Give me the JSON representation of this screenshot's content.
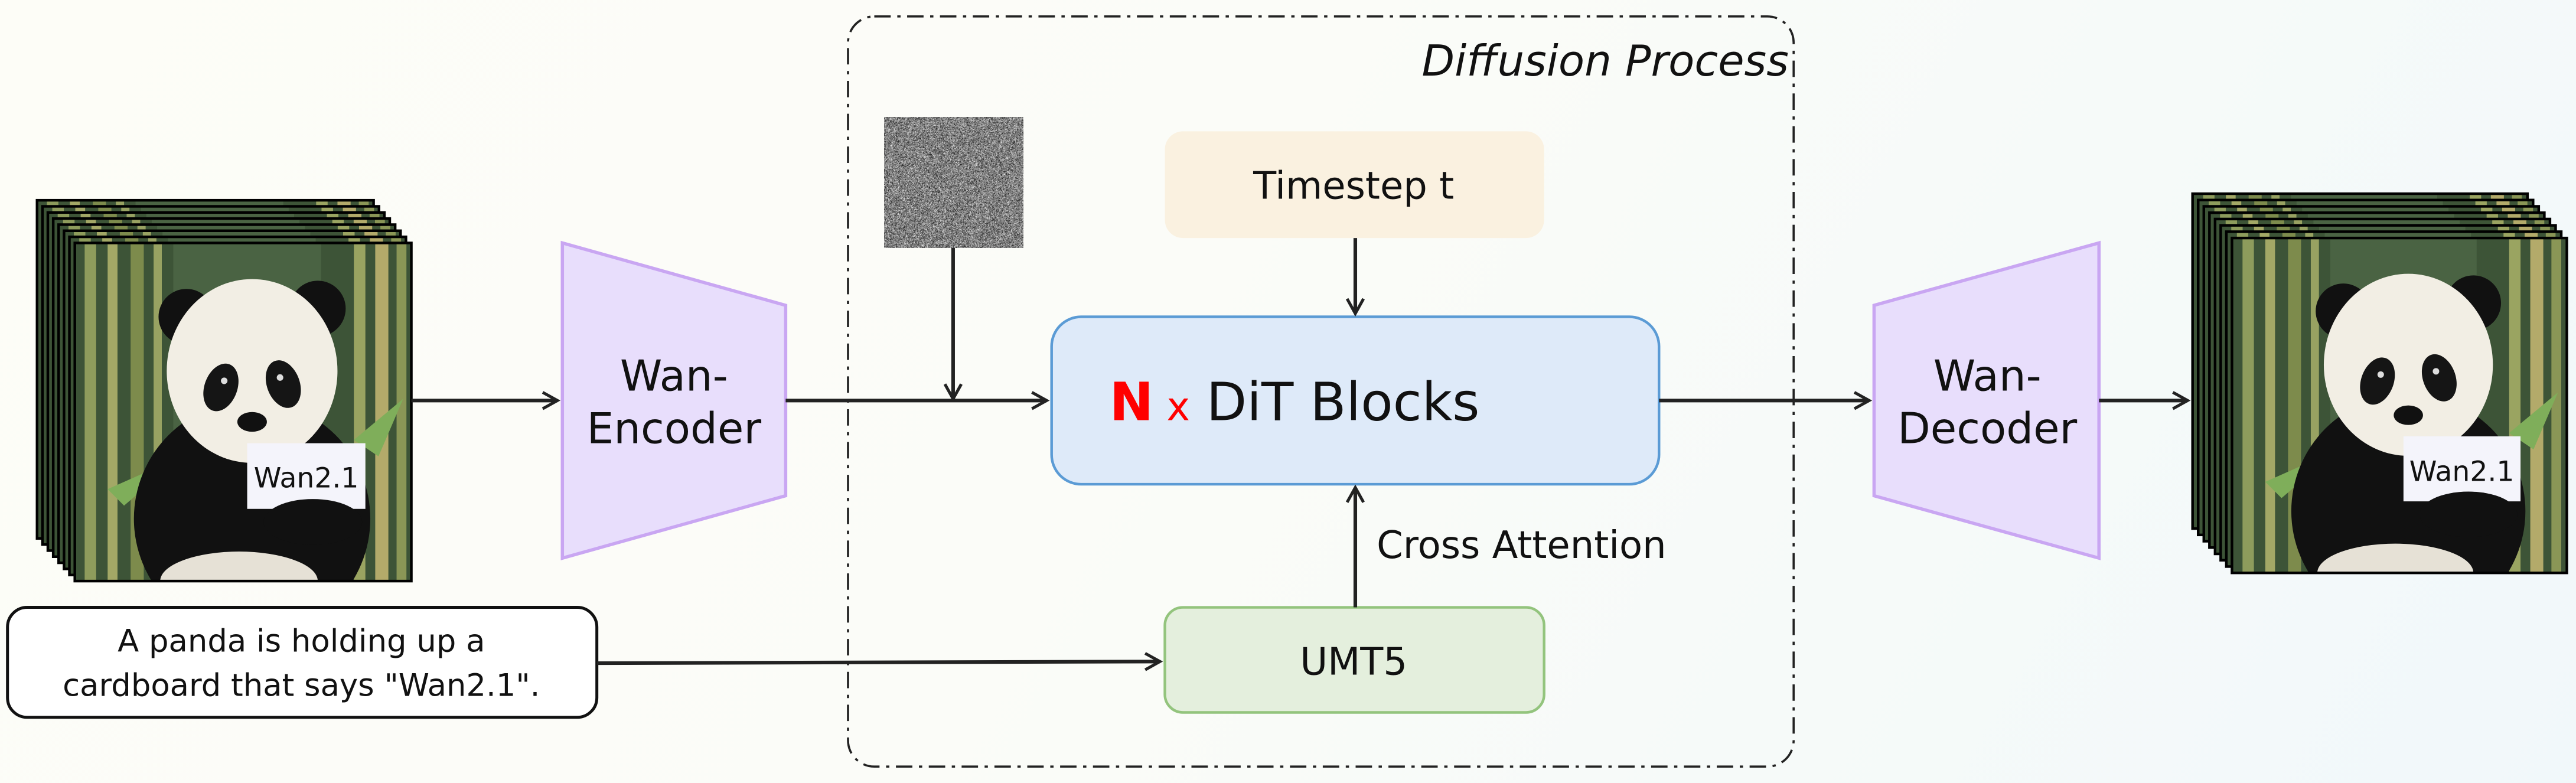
{
  "diagram": {
    "diffusion_label": "Diffusion Process",
    "encoder": {
      "line1": "Wan-",
      "line2": "Encoder"
    },
    "decoder": {
      "line1": "Wan-",
      "line2": "Decoder"
    },
    "timestep": "Timestep t",
    "dit": {
      "n": "N",
      "x": "x",
      "label": "DiT Blocks"
    },
    "cross_attention": "Cross Attention",
    "text_encoder": "UMT5",
    "prompt": {
      "line1": "A panda is holding up a",
      "line2": "cardboard that says \"Wan2.1\"."
    },
    "sign_text": "Wan2.1",
    "colors": {
      "accent_red": "#FF0000",
      "trapezoid_fill": "#E8DEFC",
      "trapezoid_stroke": "#C9A6F2",
      "timestep_fill": "#FAF1E0",
      "dit_fill": "#DEEAF9",
      "dit_stroke": "#5B9BD5",
      "umt5_fill": "#E4EFDD",
      "umt5_stroke": "#93C47D"
    }
  }
}
